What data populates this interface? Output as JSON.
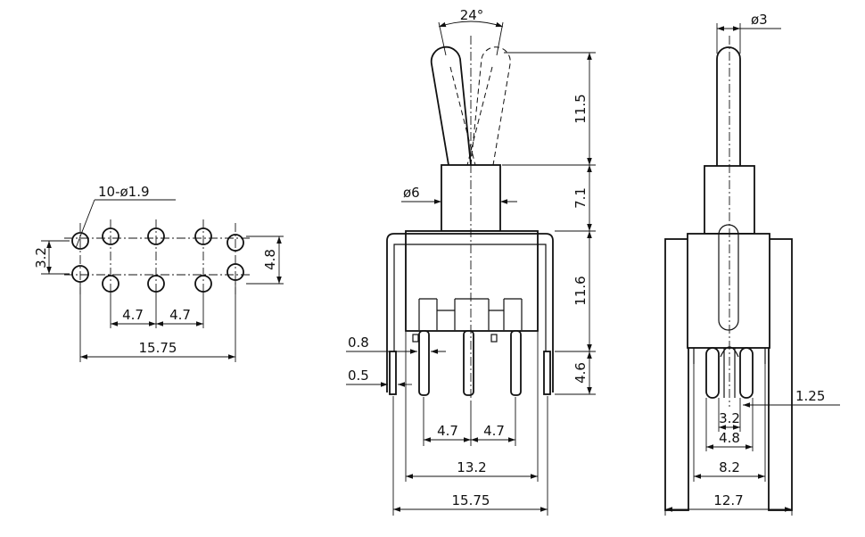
{
  "footprint": {
    "holes_callout": "10-ø1.9",
    "dim_3_2": "3.2",
    "dim_4_8": "4.8",
    "dim_4_7_a": "4.7",
    "dim_4_7_b": "4.7",
    "dim_15_75": "15.75"
  },
  "front": {
    "angle": "24°",
    "dim_11_5": "11.5",
    "dim_7_1": "7.1",
    "dim_11_6": "11.6",
    "dim_4_6": "4.6",
    "dia_6": "ø6",
    "dim_0_8": "0.8",
    "dim_0_5": "0.5",
    "dim_4_7_a": "4.7",
    "dim_4_7_b": "4.7",
    "dim_13_2": "13.2",
    "dim_15_75": "15.75"
  },
  "side": {
    "dia_3": "ø3",
    "dim_1_25": "1.25",
    "dim_3_2": "3.2",
    "dim_4_8": "4.8",
    "dim_8_2": "8.2",
    "dim_12_7": "12.7"
  }
}
